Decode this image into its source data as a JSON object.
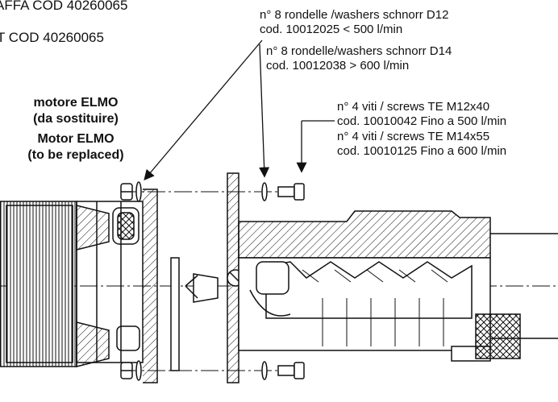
{
  "header": {
    "line1": "AFFA COD 40260065",
    "line2": "T  COD 40260065"
  },
  "washers": {
    "line1": "n° 8 rondelle /washers schnorr D12",
    "line2": "cod. 10012025 < 500 l/min",
    "line3": "n° 8 rondelle/washers schnorr D14",
    "line4": "cod. 10012038 > 600 l/min"
  },
  "motor": {
    "line1": "motore ELMO",
    "line2": "(da sostituire)",
    "line3": "Motor ELMO",
    "line4": "(to be replaced)"
  },
  "screws": {
    "line1": "n° 4 viti / screws  TE M12x40",
    "line2": "cod. 10010042  Fino a 500 l/min",
    "line3": "n° 4 viti / screws  TE M14x55",
    "line4": "cod. 10010125  Fino a 600 l/min"
  }
}
